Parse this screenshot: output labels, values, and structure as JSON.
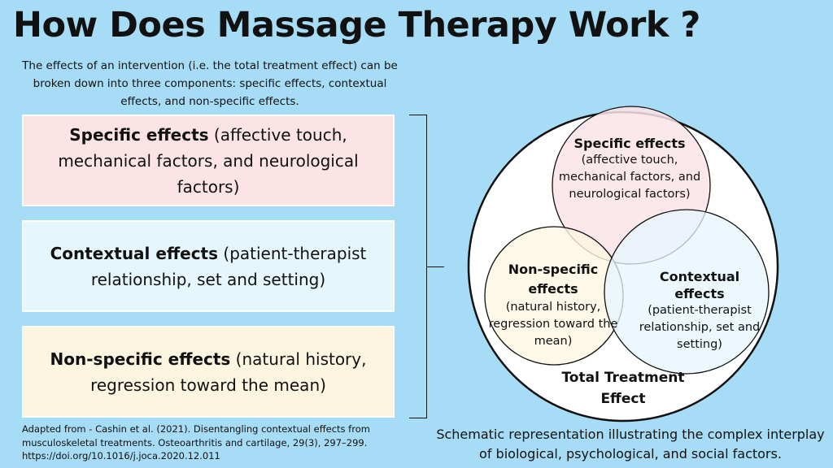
{
  "title": "How Does Massage Therapy Work ?",
  "intro": "The effects of an intervention (i.e. the total treatment effect) can be broken down into three components: specific effects, contextual effects, and non-specific effects.",
  "boxes": {
    "specific": {
      "heading": "Specific effects",
      "detail": " (affective touch, mechanical factors, and neurological factors)",
      "color": "#fbe3e6"
    },
    "contextual": {
      "heading": "Contextual effects",
      "detail": " (patient-therapist relationship, set and setting)",
      "color": "#e5f6fd"
    },
    "nonspecific": {
      "heading": "Non-specific effects",
      "detail": " (natural history, regression toward the mean)",
      "color": "#fcf6e1"
    }
  },
  "venn": {
    "specific": {
      "heading": "Specific effects",
      "detail": "(affective touch, mechanical factors, and neurological factors)"
    },
    "nonspecific": {
      "heading": "Non-specific effects",
      "detail": "(natural history, regression toward the mean)"
    },
    "contextual": {
      "heading": "Contextual effects",
      "detail": "(patient-therapist relationship, set and setting)"
    },
    "total": "Total Treatment Effect"
  },
  "source": "Adapted from - Cashin et al. (2021). Disentangling contextual effects from musculoskeletal treatments. Osteoarthritis and cartilage, 29(3), 297–299. https://doi.org/10.1016/j.joca.2020.12.011",
  "caption": "Schematic representation illustrating the complex interplay of biological, psychological, and social factors.",
  "colors": {
    "background": "#a6dcf5",
    "specific": "#fbe3e6",
    "contextual": "#e5f6fd",
    "nonspecific": "#fcf6e1"
  }
}
